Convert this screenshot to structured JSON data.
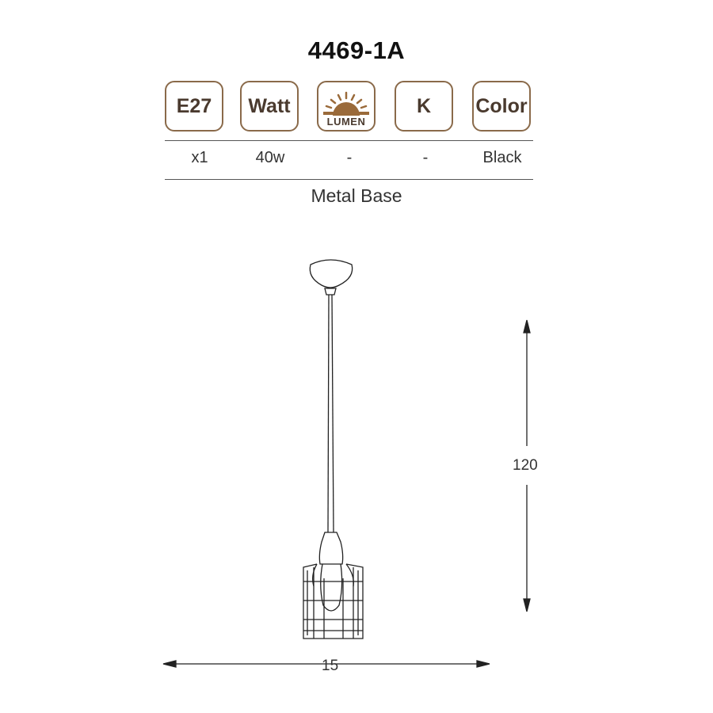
{
  "product": {
    "code": "4469-1A"
  },
  "spec_icons": {
    "socket": "E27",
    "watt": "Watt",
    "lumen": "LUMEN",
    "kelvin": "K",
    "color": "Color"
  },
  "spec_values": {
    "socket": "x1",
    "watt": "40w",
    "lumen": "-",
    "kelvin": "-",
    "color": "Black"
  },
  "material": "Metal Base",
  "dimensions": {
    "height": "120",
    "width": "15"
  },
  "colors": {
    "icon_border": "#8a6a4a",
    "icon_text": "#4a3a2e",
    "lumen_sun": "#9a6a3a"
  }
}
